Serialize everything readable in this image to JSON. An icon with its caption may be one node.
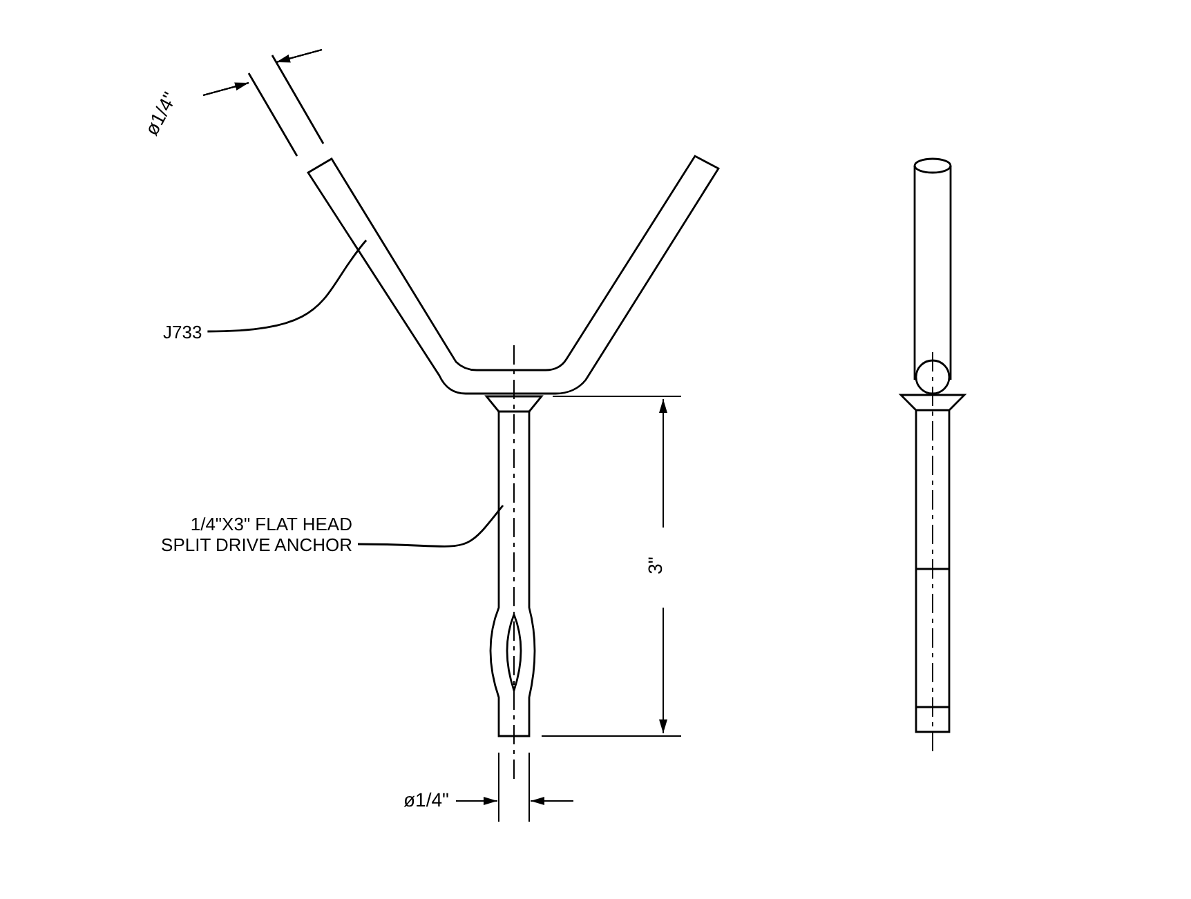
{
  "diagram": {
    "nodes": [
      {
        "text": [
          "J733"
        ]
      },
      {
        "text": [],
        "shape": "picture"
      },
      {
        "text": [
          "1/4\"X3\" FLAT HEAD SPLIT DRIVE ANCHOR"
        ]
      },
      {
        "text": [],
        "shape": "picture"
      }
    ],
    "edges": [
      {
        "from": 0,
        "to": 1,
        "arrow": "none"
      },
      {
        "from": 2,
        "to": 3,
        "arrow": "none"
      }
    ],
    "labels": [
      "ø1/4\"",
      "3\"",
      "ø1/4\""
    ]
  }
}
